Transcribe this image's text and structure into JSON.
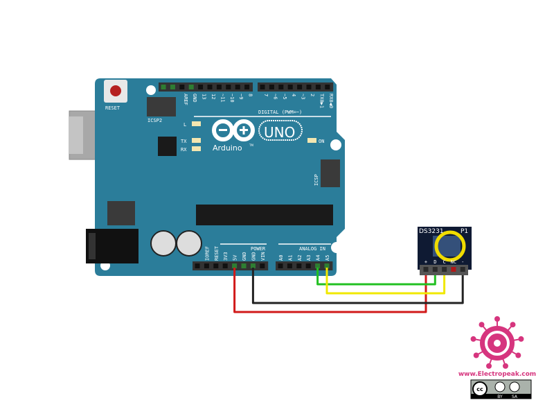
{
  "board": {
    "name": "Arduino",
    "model": "UNO",
    "tm": "TM",
    "reset_label": "RESET",
    "icsp2_label": "ICSP2",
    "icsp_label": "ICSP",
    "led_labels": {
      "l": "L",
      "tx": "TX",
      "rx": "RX",
      "on": "ON"
    },
    "digital_label": "DIGITAL (PWM=~)",
    "power_label": "POWER",
    "analog_label": "ANALOG IN",
    "digital_pins_a": [
      "",
      "",
      "AREF",
      "GND",
      "13",
      "12",
      "~11",
      "~10",
      "~9",
      "8"
    ],
    "digital_pins_b": [
      "7",
      "~6",
      "~5",
      "4",
      "~3",
      "2",
      "TX0▶1",
      "RX0◀0"
    ],
    "power_pins": [
      "",
      "IOREF",
      "RESET",
      "3V3",
      "5V",
      "GND",
      "GND",
      "VIN"
    ],
    "analog_pins": [
      "A0",
      "A1",
      "A2",
      "A3",
      "A4",
      "A5"
    ],
    "color": "#2b7d9a"
  },
  "module": {
    "name": "DS3231",
    "ref": "P1",
    "pin_labels": [
      "+",
      "D",
      "C",
      "NC",
      "-"
    ]
  },
  "wires": [
    {
      "from": "5V",
      "to": "+",
      "color": "#d11a1a"
    },
    {
      "from": "GND",
      "to": "-",
      "color": "#222222"
    },
    {
      "from": "A4",
      "to": "D",
      "color": "#22c022"
    },
    {
      "from": "A5",
      "to": "C",
      "color": "#f0e800"
    }
  ],
  "branding": {
    "website": "www.Electropeak.com",
    "license": [
      "cc",
      "BY",
      "SA"
    ],
    "color": "#d6357e"
  }
}
